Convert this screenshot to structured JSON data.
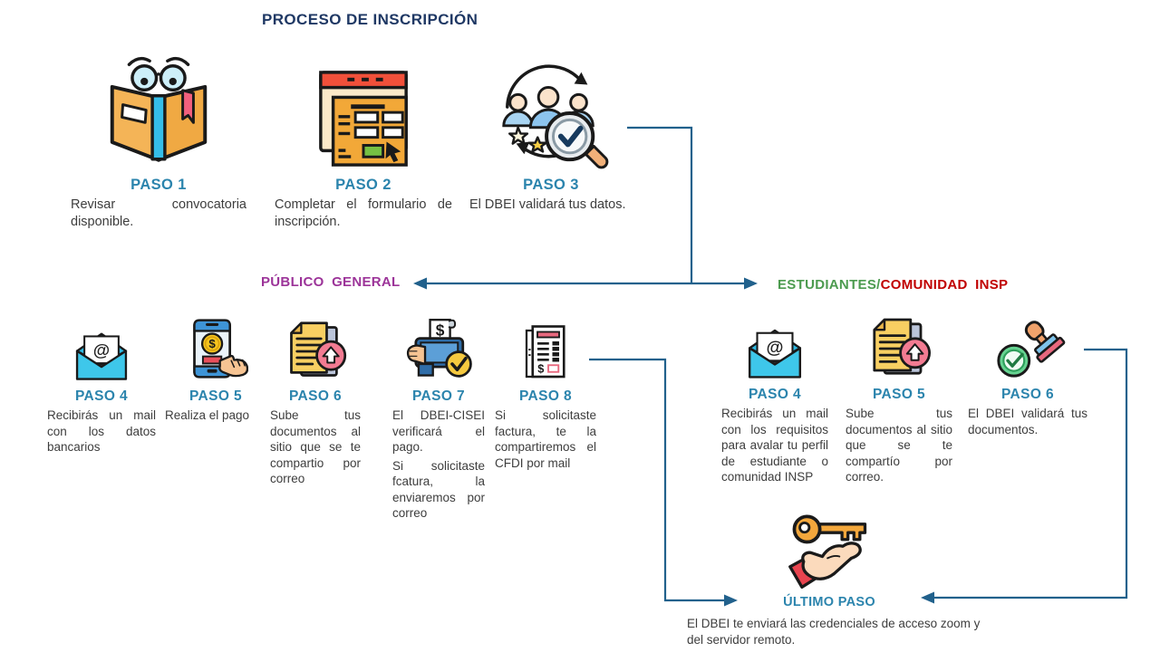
{
  "title": "PROCESO DE INSCRIPCIÓN",
  "colors": {
    "title": "#1F3864",
    "step_label": "#2B84AD",
    "body_text": "#3D3D3D",
    "public_label": "#9C3499",
    "students_green": "#4C9B4F",
    "students_red": "#C00000",
    "arrow": "#21618C"
  },
  "top_steps": [
    {
      "label": "PASO 1",
      "text": "Revisar convocatoria disponible.",
      "icon": "book-icon"
    },
    {
      "label": "PASO 2",
      "text": "Completar el formulario de inscripción.",
      "icon": "form-icon"
    },
    {
      "label": "PASO 3",
      "text": "El DBEI validará tus datos.",
      "icon": "people-review-icon"
    }
  ],
  "branches": {
    "public": {
      "label": "PÚBLICO GENERAL",
      "steps": [
        {
          "label": "PASO 4",
          "text": "Recibirás un mail con los datos bancarios",
          "icon": "mail-icon"
        },
        {
          "label": "PASO 5",
          "text": "Realiza el pago",
          "icon": "phone-payment-icon"
        },
        {
          "label": "PASO 6",
          "text": "Sube tus documentos al sitio que se te compartio por correo",
          "icon": "upload-documents-icon"
        },
        {
          "label": "PASO 7",
          "text": "El DBEI-CISEI verificará el pago.",
          "text2": "Si solicitaste fcatura, la enviaremos por correo",
          "icon": "payment-verification-icon"
        },
        {
          "label": "PASO 8",
          "text": "Si solicitaste factura, te la compartiremos el CFDI por mail",
          "icon": "invoice-icon"
        }
      ]
    },
    "students": {
      "label_green": "ESTUDIANTES/",
      "label_red": "COMUNIDAD INSP",
      "steps": [
        {
          "label": "PASO 4",
          "text": "Recibirás un mail con los requisitos para avalar tu perfil de estudiante o comunidad INSP",
          "icon": "mail-icon"
        },
        {
          "label": "PASO 5",
          "text": "Sube tus documentos al sitio que se te compartío por correo.",
          "icon": "upload-documents-icon"
        },
        {
          "label": "PASO 6",
          "text": "El DBEI validará tus documentos.",
          "icon": "stamp-approved-icon"
        }
      ]
    }
  },
  "final_step": {
    "label": "ÚLTIMO PASO",
    "text": "El DBEI te enviará las credenciales de acceso zoom y del servidor remoto.",
    "icon": "key-hand-icon"
  }
}
